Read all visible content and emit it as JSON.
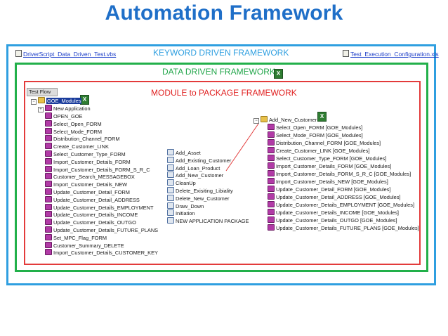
{
  "title": "Automation Framework",
  "labels": {
    "keyword": "KEYWORD DRIVEN FRAMEWORK",
    "data": "DATA DRIVEN FRAMEWORK",
    "module": "MODULE to PACKAGE FRAMEWORK",
    "test_flow": "Test Flow"
  },
  "files": {
    "driver": "DriverScript_Data_Driven_Test.vbs",
    "config": "Test_Execution_Configuration.xls"
  },
  "tree_left": {
    "root": "GOE_Modules",
    "items": [
      "New Application",
      "OPEN_GOE",
      "Select_Open_FORM",
      "Select_Mode_FORM",
      "Distribution_Channel_FORM",
      "Create_Customer_LINK",
      "Select_Customer_Type_FORM",
      "Import_Customer_Details_FORM",
      "Import_Customer_Details_FORM_S_R_C",
      "Customer_Search_MESSAGEBOX",
      "Import_Customer_Details_NEW",
      "Update_Customer_Detail_FORM",
      "Update_Customer_Detail_ADDRESS",
      "Update_Customer_Details_EMPLOYMENT",
      "Update_Customer_Details_INCOME",
      "Update_Customer_Details_OUTGO",
      "Update_Customer_Details_FUTURE_PLANS",
      "Set_MPC_Flag_FORM",
      "Customer_Summary_DELETE",
      "Import_Customer_Details_CUSTOMER_KEY"
    ]
  },
  "packages": [
    "Add_Asset",
    "Add_Existing_Customer",
    "Add_Loan_Product",
    "Add_New_Customer",
    "CleanUp",
    "Delete_Exisiting_Libiality",
    "Delete_New_Customer",
    "Draw_Down",
    "Initiation",
    "NEW APPLICATION PACKAGE"
  ],
  "tree_right": {
    "root": "Add_New_Customer",
    "items": [
      "Select_Open_FORM [GOE_Modules]",
      "Select_Mode_FORM [GOE_Modules]",
      "Distribution_Channel_FORM [GOE_Modules]",
      "Create_Customer_LINK [GOE_Modules]",
      "Select_Customer_Type_FORM [GOE_Modules]",
      "Import_Customer_Details_FORM [GOE_Modules]",
      "Import_Customer_Details_FORM_S_R_C [GOE_Modules]",
      "Import_Customer_Details_NEW [GOE_Modules]",
      "Update_Customer_Detail_FORM [GOE_Modules]",
      "Update_Customer_Detail_ADDRESS [GOE_Modules]",
      "Update_Customer_Details_EMPLOYMENT [GOE_Modules]",
      "Update_Customer_Details_INCOME [GOE_Modules]",
      "Update_Customer_Details_OUTGO [GOE_Modules]",
      "Update_Customer_Details_FUTURE_PLANS [GOE_Modules]"
    ]
  },
  "colors": {
    "title": "#1f6fc8",
    "keyword_frame": "#2f9fe0",
    "data_frame": "#22b04a",
    "module_frame": "#e33b3b"
  }
}
